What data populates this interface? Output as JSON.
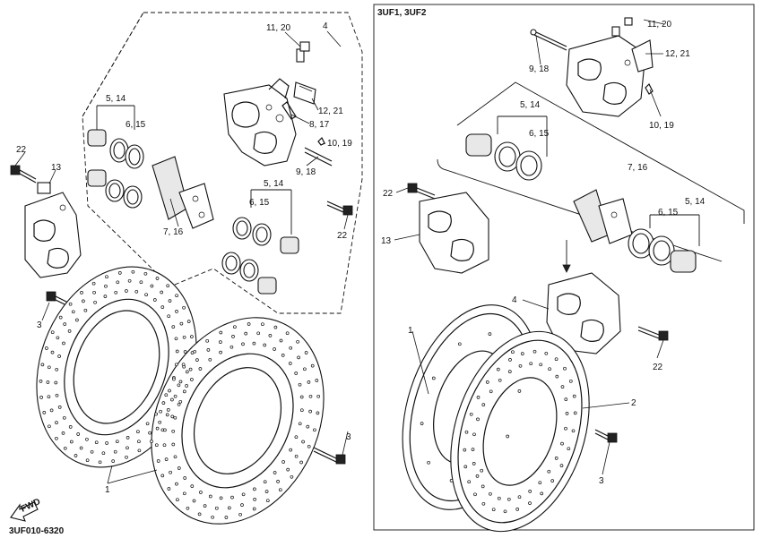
{
  "footer": {
    "code": "3UF010-6320",
    "fwd_label": "FWD"
  },
  "variant_box": {
    "title": "3UF1, 3UF2"
  },
  "callouts_left": {
    "c_11_20": "11, 20",
    "c_4": "4",
    "c_12_21": "12, 21",
    "c_8_17": "8, 17",
    "c_10_19": "10, 19",
    "c_9_18": "9, 18",
    "c_5_14_top": "5, 14",
    "c_6_15_top": "6, 15",
    "c_5_14_bot": "5, 14",
    "c_6_15_bot": "6, 15",
    "c_7_16": "7, 16",
    "c_22_left": "22",
    "c_13": "13",
    "c_22_mid": "22",
    "c_3_left": "3",
    "c_3_mid": "3",
    "c_1": "1"
  },
  "callouts_right": {
    "c_11_20": "11, 20",
    "c_12_21": "12, 21",
    "c_9_18": "9, 18",
    "c_10_19": "10, 19",
    "c_5_14_top": "5, 14",
    "c_6_15_top": "6, 15",
    "c_7_16": "7, 16",
    "c_5_14_bot": "5, 14",
    "c_6_15_bot": "6, 15",
    "c_22_top": "22",
    "c_13": "13",
    "c_4": "4",
    "c_22_bot": "22",
    "c_1": "1",
    "c_2": "2",
    "c_3": "3"
  }
}
